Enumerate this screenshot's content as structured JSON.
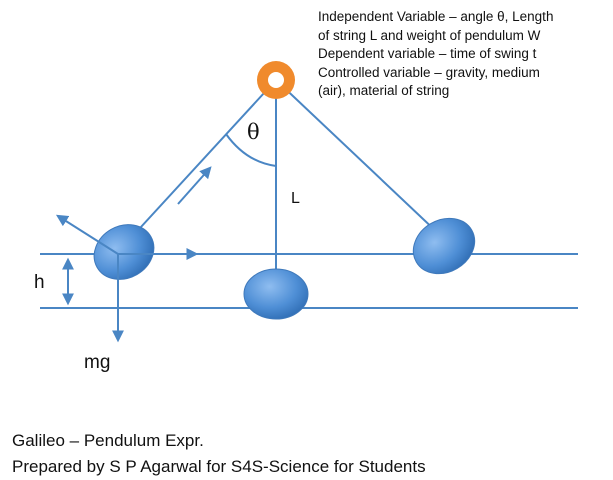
{
  "diagram": {
    "notes": [
      "Independent Variable – angle θ, Length",
      "of string L and weight of pendulum W",
      "Dependent variable – time of swing t",
      "Controlled variable – gravity, medium",
      "(air), material of string"
    ],
    "labels": {
      "theta": "θ",
      "length": "L",
      "height": "h",
      "force": "mg"
    },
    "footer": {
      "title": "Galileo – Pendulum Expr.",
      "credit": "Prepared by S P Agarwal for S4S-Science for Students"
    },
    "colors": {
      "line": "#4a86c4",
      "bob": "#4f8fd6",
      "pivot": "#f08a2c"
    }
  }
}
